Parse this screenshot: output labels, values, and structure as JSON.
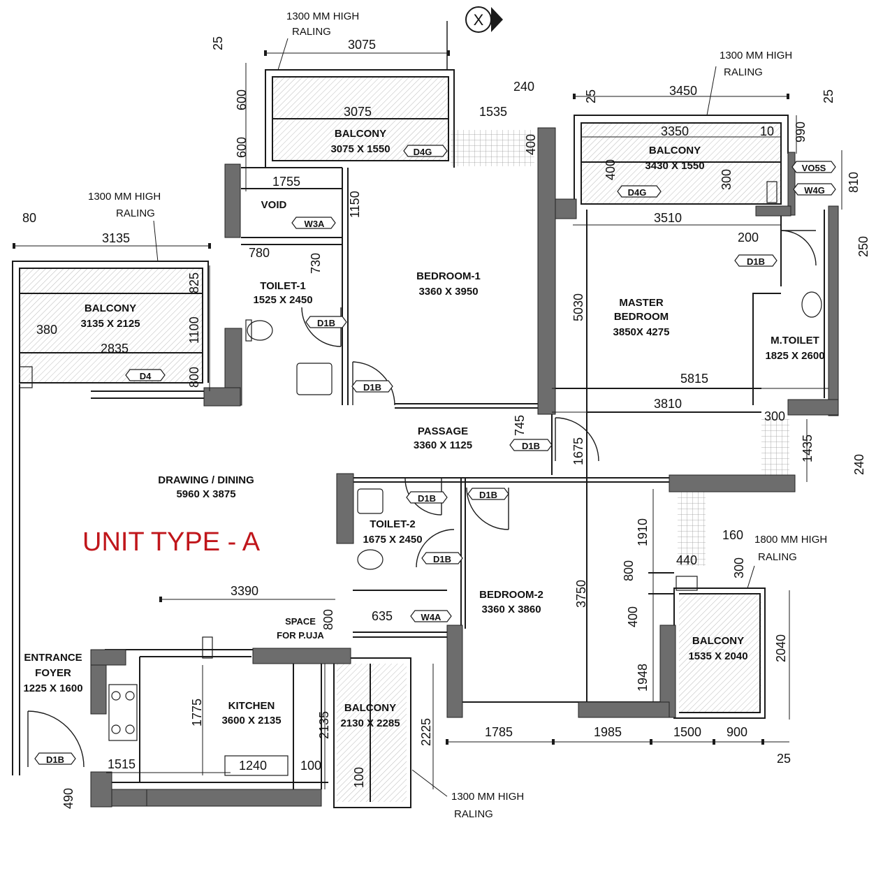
{
  "title": "UNIT TYPE - A",
  "colors": {
    "wall": "#6d6d6d",
    "line": "#1a1a1a",
    "title": "#c0161b"
  },
  "grid_marker": "X",
  "rooms": [
    {
      "key": "balcony_top",
      "name": "BALCONY",
      "size": "3075 X 1550"
    },
    {
      "key": "void",
      "name": "VOID",
      "size": ""
    },
    {
      "key": "toilet1",
      "name": "TOILET-1",
      "size": "1525 X 2450"
    },
    {
      "key": "bedroom1",
      "name": "BEDROOM-1",
      "size": "3360 X 3950"
    },
    {
      "key": "balcony_master",
      "name": "BALCONY",
      "size": "3430 X 1550"
    },
    {
      "key": "master",
      "name": "MASTER",
      "size": "BEDROOM"
    },
    {
      "key": "master_size",
      "name": "3850X 4275",
      "size": ""
    },
    {
      "key": "mtoilet",
      "name": "M.TOILET",
      "size": "1825 X 2600"
    },
    {
      "key": "balcony_left",
      "name": "BALCONY",
      "size": "3135 X 2125"
    },
    {
      "key": "passage",
      "name": "PASSAGE",
      "size": "3360 X 1125"
    },
    {
      "key": "drawing",
      "name": "DRAWING / DINING",
      "size": "5960 X 3875"
    },
    {
      "key": "toilet2",
      "name": "TOILET-2",
      "size": "1675 X 2450"
    },
    {
      "key": "bedroom2",
      "name": "BEDROOM-2",
      "size": "3360 X 3860"
    },
    {
      "key": "balcony_right",
      "name": "BALCONY",
      "size": "1535 X 2040"
    },
    {
      "key": "foyer",
      "name": "ENTRANCE",
      "size": "FOYER"
    },
    {
      "key": "foyer_size",
      "name": "1225 X 1600",
      "size": ""
    },
    {
      "key": "kitchen",
      "name": "KITCHEN",
      "size": "3600 X 2135"
    },
    {
      "key": "balcony_bottom",
      "name": "BALCONY",
      "size": "2130 X 2285"
    },
    {
      "key": "puja",
      "name": "SPACE",
      "size": "FOR P.UJA"
    }
  ],
  "tags": [
    "D4G",
    "D4G",
    "W3A",
    "D1B",
    "D1B",
    "D1B",
    "D1B",
    "D1B",
    "D1B",
    "D1B",
    "D1B",
    "D4",
    "VO5S",
    "W4G",
    "W4A"
  ],
  "notes": [
    {
      "l1": "1300 MM HIGH",
      "l2": "RALING"
    },
    {
      "l1": "1300 MM HIGH",
      "l2": "RALING"
    },
    {
      "l1": "1300 MM HIGH",
      "l2": "RALING"
    },
    {
      "l1": "1800 MM HIGH",
      "l2": "RALING"
    },
    {
      "l1": "1300 MM HIGH",
      "l2": "RALING"
    }
  ],
  "dims": [
    "25",
    "3075",
    "600",
    "600",
    "3075",
    "1535",
    "240",
    "400",
    "1755",
    "1150",
    "780",
    "730",
    "80",
    "3135",
    "825",
    "1100",
    "800",
    "380",
    "2835",
    "25",
    "3450",
    "25",
    "3350",
    "10",
    "990",
    "400",
    "300",
    "3510",
    "810",
    "250",
    "200",
    "5030",
    "5815",
    "3810",
    "745",
    "1675",
    "300",
    "1435",
    "240",
    "3390",
    "800",
    "635",
    "1910",
    "160",
    "440",
    "800",
    "300",
    "3750",
    "400",
    "1948",
    "2040",
    "1775",
    "2135",
    "2225",
    "1515",
    "1240",
    "100",
    "100",
    "490",
    "1785",
    "1985",
    "1500",
    "900",
    "25"
  ]
}
